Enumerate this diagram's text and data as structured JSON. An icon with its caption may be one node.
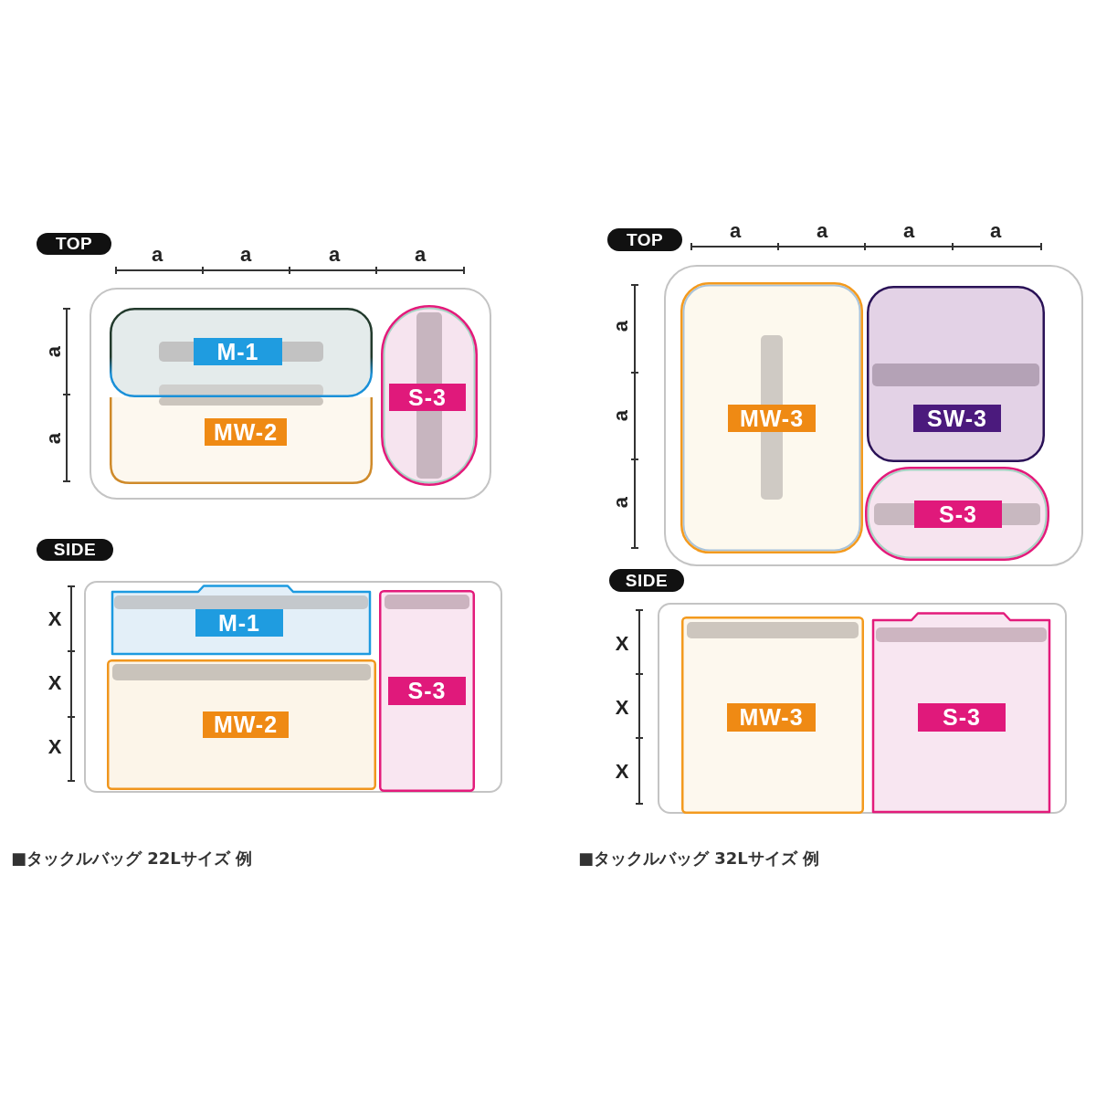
{
  "diagram": {
    "nodes": [
      {
        "text": [
          "TOP"
        ]
      },
      {
        "text": [],
        "shape": "box"
      },
      {
        "text": [
          "M-1"
        ],
        "in": 1
      },
      {
        "text": [
          "MW-2"
        ],
        "in": 1
      },
      {
        "text": [
          "S-3"
        ],
        "in": 1
      },
      {
        "text": [
          "SIDE"
        ]
      },
      {
        "text": [],
        "shape": "box"
      },
      {
        "text": [
          "M-1"
        ],
        "in": 6
      },
      {
        "text": [
          "MW-2"
        ],
        "in": 6
      },
      {
        "text": [
          "S-3"
        ],
        "in": 6
      },
      {
        "text": [
          "TOP"
        ]
      },
      {
        "text": [],
        "shape": "box"
      },
      {
        "text": [
          "MW-3"
        ],
        "in": 11
      },
      {
        "text": [
          "SW-3"
        ],
        "in": 11
      },
      {
        "text": [
          "S-3"
        ],
        "in": 11
      },
      {
        "text": [
          "SIDE"
        ]
      },
      {
        "text": [],
        "shape": "box"
      },
      {
        "text": [
          "MW-3"
        ],
        "in": 16
      },
      {
        "text": [
          "S-3"
        ],
        "in": 16
      }
    ],
    "labels": [
      "a",
      "a",
      "a",
      "a",
      "a",
      "a",
      "X",
      "X",
      "X",
      "a",
      "a",
      "a",
      "a",
      "a",
      "a",
      "a",
      "X",
      "X",
      "X",
      "■タックルバッグ 22Lサイズ 例",
      "■タックルバッグ 32Lサイズ 例"
    ]
  }
}
